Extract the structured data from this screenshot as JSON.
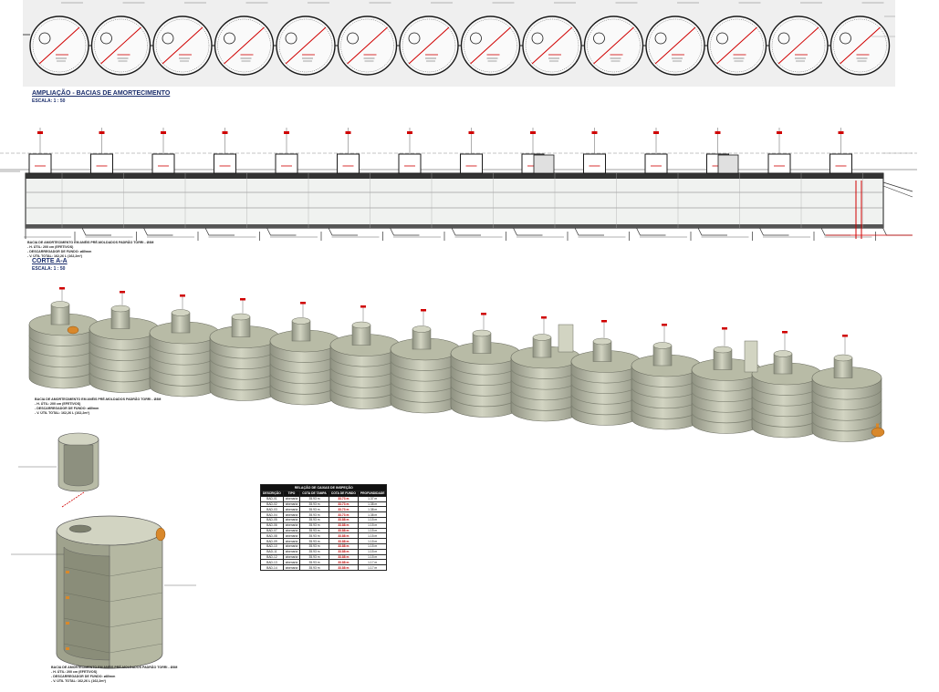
{
  "sections": {
    "plan": {
      "title": "AMPLIAÇÃO - BACIAS DE AMORTECIMENTO",
      "scale": "ESCALA: 1 : 50"
    },
    "section_cut": {
      "title": "CORTE A-A",
      "scale": "ESCALA: 1 : 50"
    }
  },
  "notes": {
    "bacia_lines": [
      "BACIA DE AMORTECIMENTO EM ANÉIS PRÉ-MOLDADOS PADRÃO TORRI - Ø3M",
      "- H. ÚTIL: 200 cm (EFETIVOS)",
      "- DESCARREGADOR DE FUNDO: ø80mm",
      "- V. ÚTIL TOTAL: 162,26 L (162,2m³)"
    ]
  },
  "table": {
    "caption": "RELAÇÃO DE CAIXAS DE INSPEÇÃO",
    "headers": [
      "DESCRIÇÃO",
      "TIPO",
      "COTA DE TAMPA",
      "COTA DE FUNDO",
      "PROFUNDIDADE"
    ],
    "rows": [
      [
        "BAD-01",
        "alvenaria",
        "35.93 m",
        "33.73 m",
        "1.37 m"
      ],
      [
        "BAD-02",
        "alvenaria",
        "35.93 m",
        "33.73 m",
        "1.38 m"
      ],
      [
        "BAD-03",
        "alvenaria",
        "35.93 m",
        "33.73 m",
        "1.38 m"
      ],
      [
        "BAD-04",
        "alvenaria",
        "35.93 m",
        "33.73 m",
        "1.38 m"
      ],
      [
        "BAD-05",
        "alvenaria",
        "35.93 m",
        "33.88 m",
        "1.15 m"
      ],
      [
        "BAD-06",
        "alvenaria",
        "35.93 m",
        "33.88 m",
        "1.15 m"
      ],
      [
        "BAD-07",
        "alvenaria",
        "35.93 m",
        "33.88 m",
        "1.15 m"
      ],
      [
        "BAD-08",
        "alvenaria",
        "35.93 m",
        "33.88 m",
        "1.15 m"
      ],
      [
        "BAD-09",
        "alvenaria",
        "35.93 m",
        "33.88 m",
        "1.15 m"
      ],
      [
        "BAD-10",
        "alvenaria",
        "35.93 m",
        "33.88 m",
        "1.15 m"
      ],
      [
        "BAD-11",
        "alvenaria",
        "35.93 m",
        "33.88 m",
        "1.15 m"
      ],
      [
        "BAD-12",
        "alvenaria",
        "35.93 m",
        "33.88 m",
        "1.15 m"
      ],
      [
        "BAD-13",
        "alvenaria",
        "35.93 m",
        "33.88 m",
        "1.17 m"
      ],
      [
        "BAD-14",
        "alvenaria",
        "35.93 m",
        "33.88 m",
        "1.17 m"
      ]
    ]
  },
  "colors": {
    "outline": "#1a1a1a",
    "dimension_red": "#d00000",
    "concrete": "#b8bba6",
    "concrete_dark": "#8f9282",
    "concrete_light": "#d2d4c2",
    "pipe_orange": "#d9882b",
    "plan_bg": "#efefef"
  }
}
